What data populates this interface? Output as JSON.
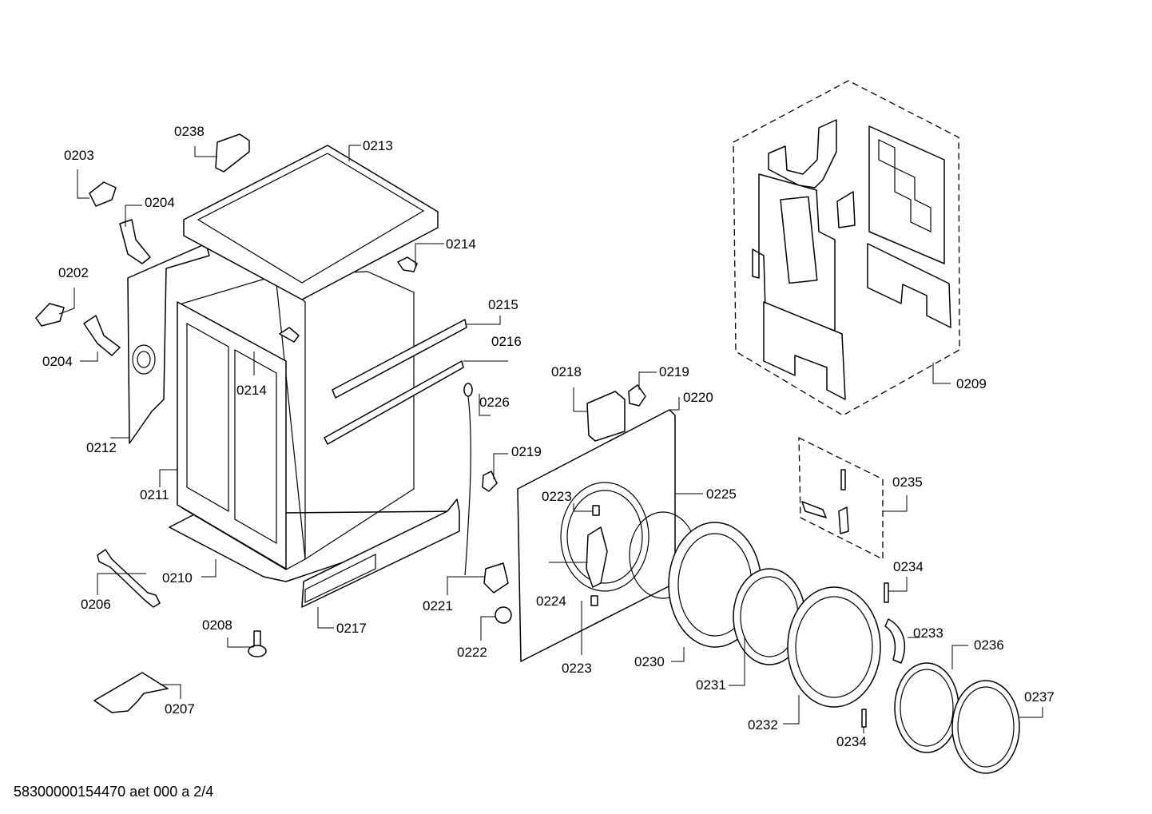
{
  "footer": {
    "document_code": "58300000154470 aet 000 a 2/4"
  },
  "callouts": {
    "c0203": "0203",
    "c0204a": "0204",
    "c0202": "0202",
    "c0204b": "0204",
    "c0212": "0212",
    "c0238": "0238",
    "c0213": "0213",
    "c0214a": "0214",
    "c0214b": "0214",
    "c0215": "0215",
    "c0216": "0216",
    "c0226": "0226",
    "c0211": "0211",
    "c0210": "0210",
    "c0206": "0206",
    "c0208": "0208",
    "c0207": "0207",
    "c0217": "0217",
    "c0221": "0221",
    "c0222": "0222",
    "c0219a": "0219",
    "c0218": "0218",
    "c0219b": "0219",
    "c0220": "0220",
    "c0223a": "0223",
    "c0225": "0225",
    "c0224": "0224",
    "c0223b": "0223",
    "c0230": "0230",
    "c0231": "0231",
    "c0232": "0232",
    "c0235": "0235",
    "c0234a": "0234",
    "c0233": "0233",
    "c0236": "0236",
    "c0237": "0237",
    "c0234b": "0234",
    "c0209": "0209"
  }
}
